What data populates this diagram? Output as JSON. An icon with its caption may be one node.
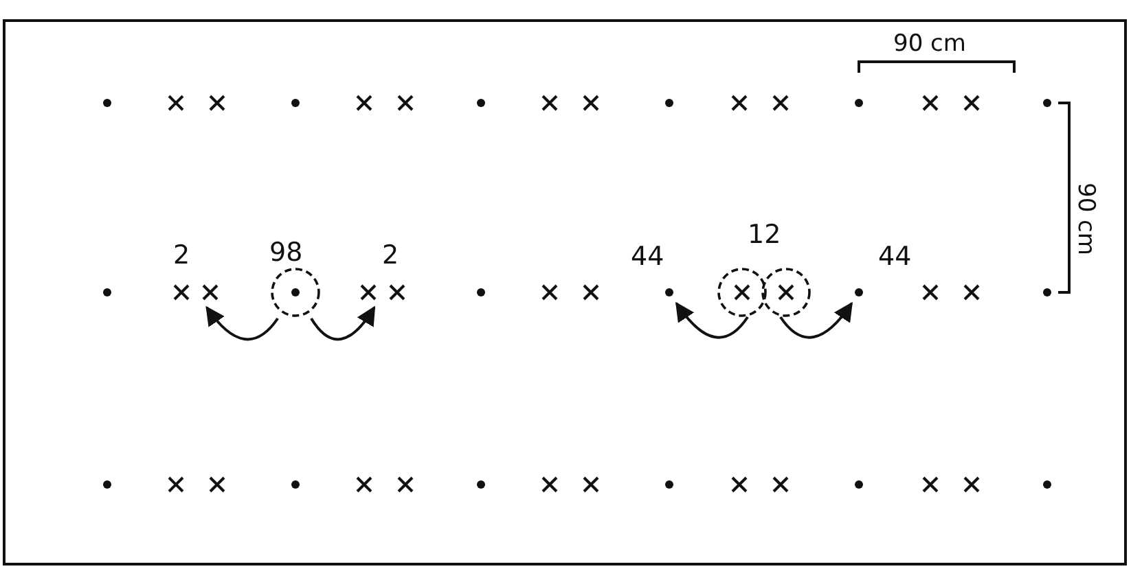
{
  "diagram": {
    "nodes": [
      {
        "text": [],
        "shape": "cross",
        "beside": [
          "2"
        ]
      },
      {
        "text": [],
        "shape": "circle",
        "beside": [
          "98"
        ]
      },
      {
        "text": [],
        "shape": "cross",
        "beside": [
          "2"
        ]
      },
      {
        "text": [],
        "shape": "dot",
        "beside": [
          "44"
        ]
      },
      {
        "text": [],
        "shape": "circle",
        "beside": [
          "12"
        ]
      },
      {
        "text": [],
        "shape": "dot",
        "beside": [
          "44"
        ]
      }
    ],
    "edges": [
      {
        "from": 1,
        "to": 0,
        "arrow": "to"
      },
      {
        "from": 1,
        "to": 2,
        "arrow": "to"
      },
      {
        "from": 4,
        "to": 3,
        "arrow": "to"
      },
      {
        "from": 4,
        "to": 5,
        "arrow": "to"
      }
    ],
    "labels": [
      "90 cm",
      "90 cm"
    ]
  }
}
